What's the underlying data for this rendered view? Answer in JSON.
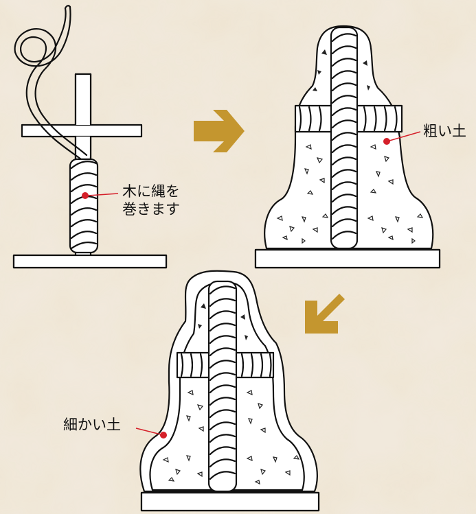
{
  "labels": {
    "rope_on_wood_line1": "木に縄を",
    "rope_on_wood_line2": "巻きます",
    "coarse_soil": "粗い土",
    "fine_soil": "細かい土"
  },
  "colors": {
    "background": "#f1e9dc",
    "arrow": "#c4962f",
    "pointer_dot": "#d5202a",
    "pointer_line": "#d5202a",
    "ink": "#111111"
  },
  "icons": {
    "arrow_right": "arrow-right-icon",
    "arrow_down_left": "arrow-down-left-icon"
  }
}
